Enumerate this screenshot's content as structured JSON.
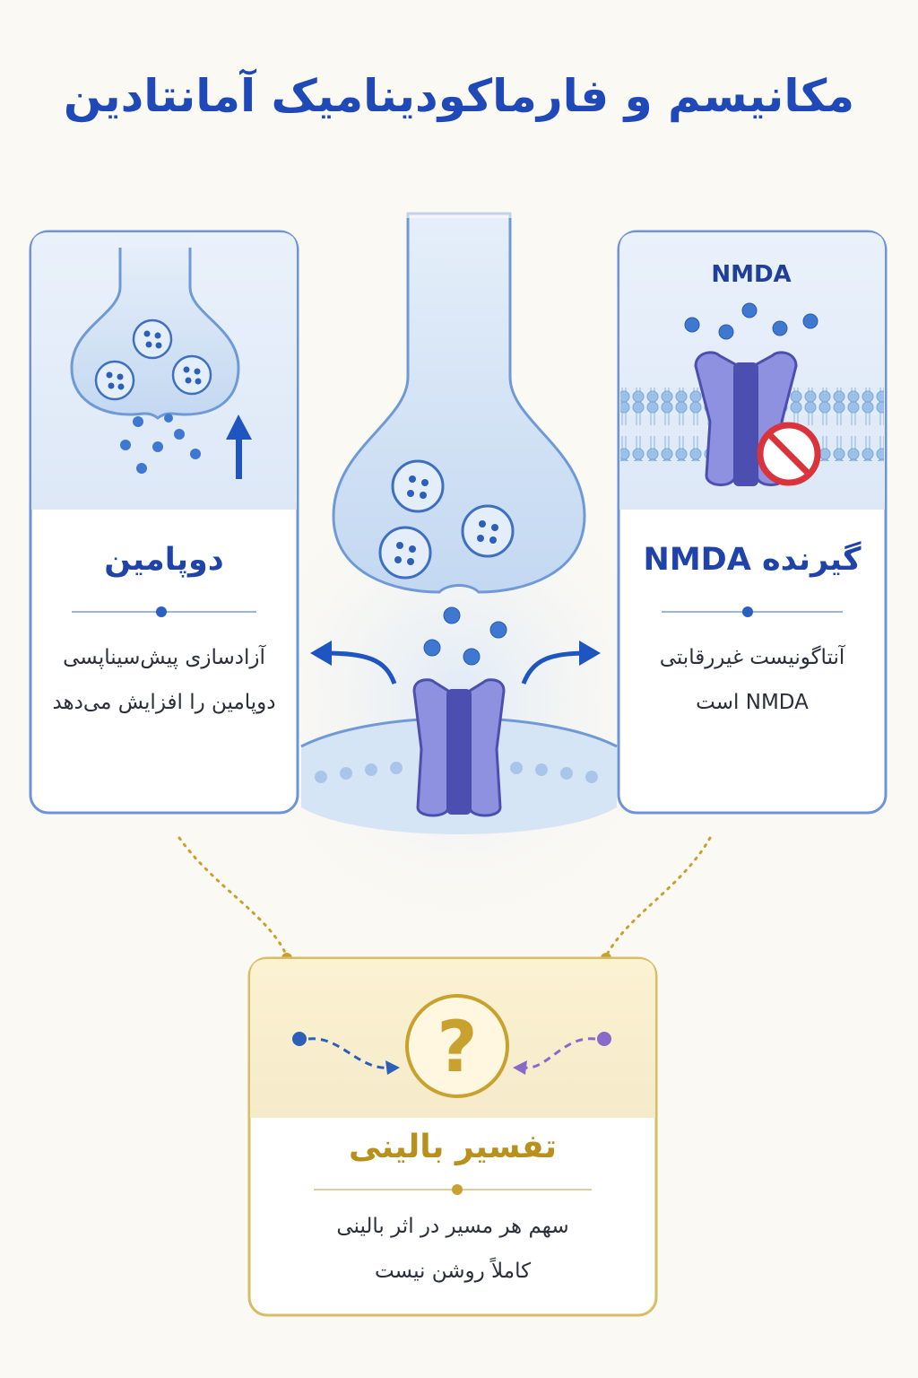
{
  "title": "مکانیسم و فارماکودینامیک آمانتادین",
  "left_card": {
    "heading": "دوپامین",
    "body_line1": "آزادسازی پیش‌سیناپسی",
    "body_line2": "دوپامین را افزایش می‌دهد"
  },
  "right_card": {
    "label": "NMDA",
    "heading": "گیرنده NMDA",
    "body_line1": "آنتاگونیست غیررقابتی",
    "body_line2": "NMDA  است"
  },
  "bottom_card": {
    "heading": "تفسیر بالینی",
    "body_line1": "سهم هر مسیر در اثر بالینی",
    "body_line2": "کاملاً روشن نیست"
  },
  "colors": {
    "title_blue": "#1f48b8",
    "card_border": "#6f93d9",
    "neuron_fill": "#c7dcf3",
    "receptor_purple": "#8c8fe0",
    "gold": "#c9a12e",
    "block_red": "#d9343c"
  },
  "icons": {
    "release_arrow": "arrow-up-icon",
    "block": "prohibited-icon",
    "question": "question-mark-icon"
  }
}
